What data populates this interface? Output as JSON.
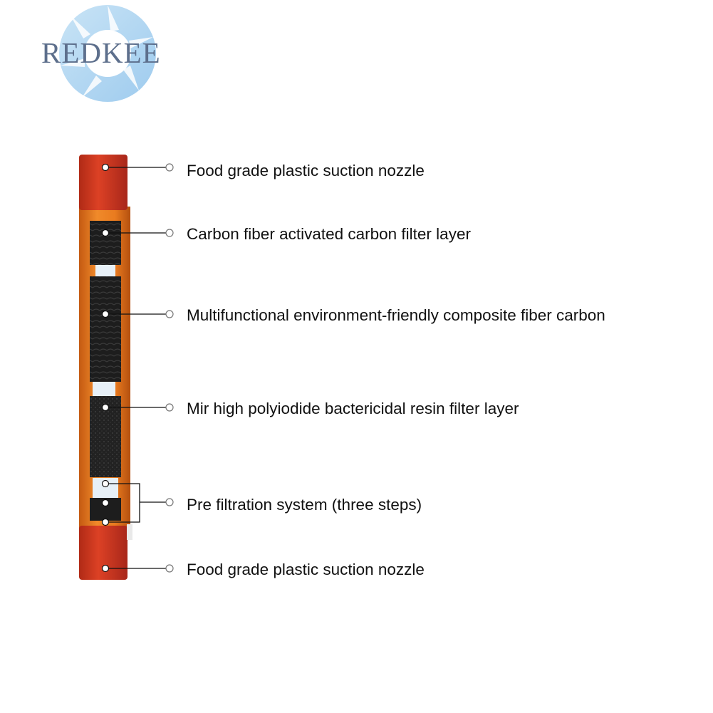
{
  "brand": {
    "name": "REDKEE"
  },
  "labels": {
    "top_nozzle": "Food grade plastic suction nozzle",
    "carbon_fiber_layer": "Carbon fiber activated carbon filter layer",
    "composite_fiber": "Multifunctional environment-friendly composite fiber carbon",
    "resin_layer": "Mir high polyiodide bactericidal resin filter layer",
    "pre_filtration": "Pre filtration system (three steps)",
    "bottom_nozzle": "Food grade plastic suction nozzle"
  },
  "colors": {
    "nozzle": "#d43a22",
    "tube": "#e5771e",
    "filter_dark": "#1d1d1d",
    "filter_light": "#e7f0f7",
    "line": "#111111",
    "logo": "#5d6f8c"
  }
}
